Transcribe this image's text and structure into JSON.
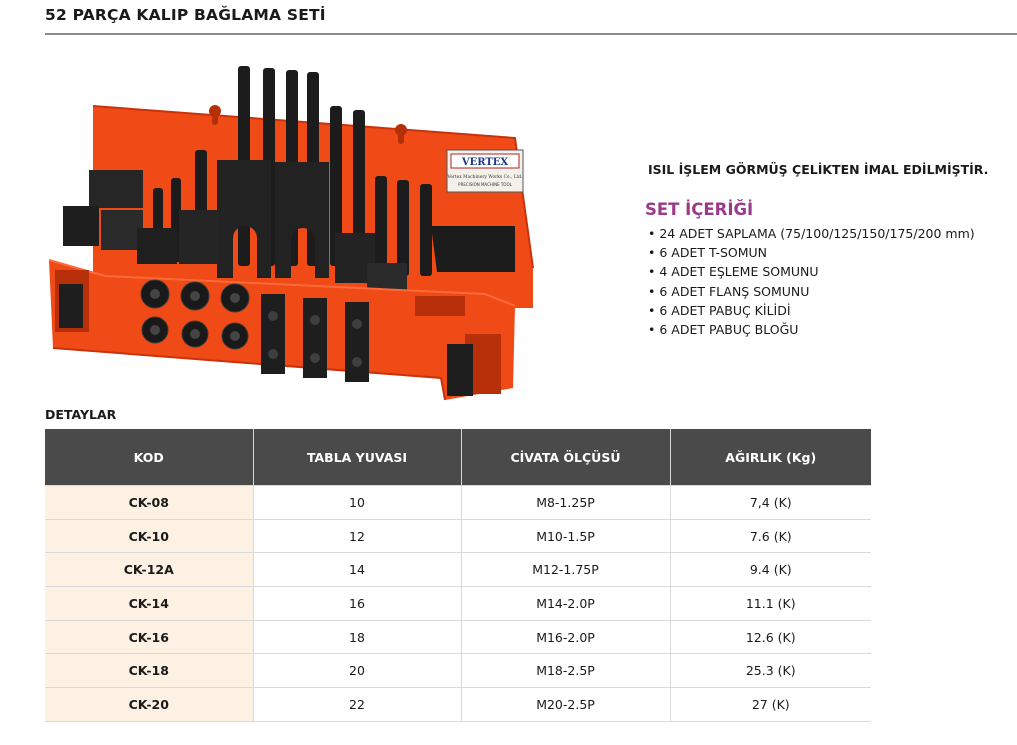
{
  "page": {
    "title": "52 PARÇA KALIP BAĞLAMA SETİ"
  },
  "product": {
    "brand_label": "VERTEX",
    "brand_sub1": "Vertex Machinery Works Co., Ltd.",
    "brand_sub2": "PRECISION MACHINE TOOL",
    "spec_note": "ISIL İŞLEM GÖRMÜŞ ÇELİKTEN İMAL EDİLMİŞTİR.",
    "set_heading": "SET İÇERİĞİ",
    "set_items": [
      "24 ADET SAPLAMA (75/100/125/150/175/200 mm)",
      "6 ADET T-SOMUN",
      "4 ADET EŞLEME SOMUNU",
      "6 ADET FLANŞ SOMUNU",
      "6 ADET PABUÇ KİLİDİ",
      "6 ADET PABUÇ BLOĞU"
    ]
  },
  "details": {
    "label": "DETAYLAR",
    "headers": [
      "KOD",
      "TABLA YUVASI",
      "CİVATA ÖLÇÜSÜ",
      "AĞIRLIK (Kg)"
    ],
    "rows": [
      [
        "CK-08",
        "10",
        "M8-1.25P",
        "7,4 (K)"
      ],
      [
        "CK-10",
        "12",
        "M10-1.5P",
        "7.6 (K)"
      ],
      [
        "CK-12A",
        "14",
        "M12-1.75P",
        "9.4 (K)"
      ],
      [
        "CK-14",
        "16",
        "M14-2.0P",
        "11.1 (K)"
      ],
      [
        "CK-16",
        "18",
        "M16-2.0P",
        "12.6 (K)"
      ],
      [
        "CK-18",
        "20",
        "M18-2.5P",
        "25.3 (K)"
      ],
      [
        "CK-20",
        "22",
        "M20-2.5P",
        "27 (K)"
      ]
    ]
  },
  "colors": {
    "rack": "#f04a16",
    "rack_dark": "#c8330c",
    "steel": "#1b1b1b",
    "accent": "#9b3a89",
    "header_bg": "#4a4a4a",
    "code_bg": "#fdf1e3"
  }
}
